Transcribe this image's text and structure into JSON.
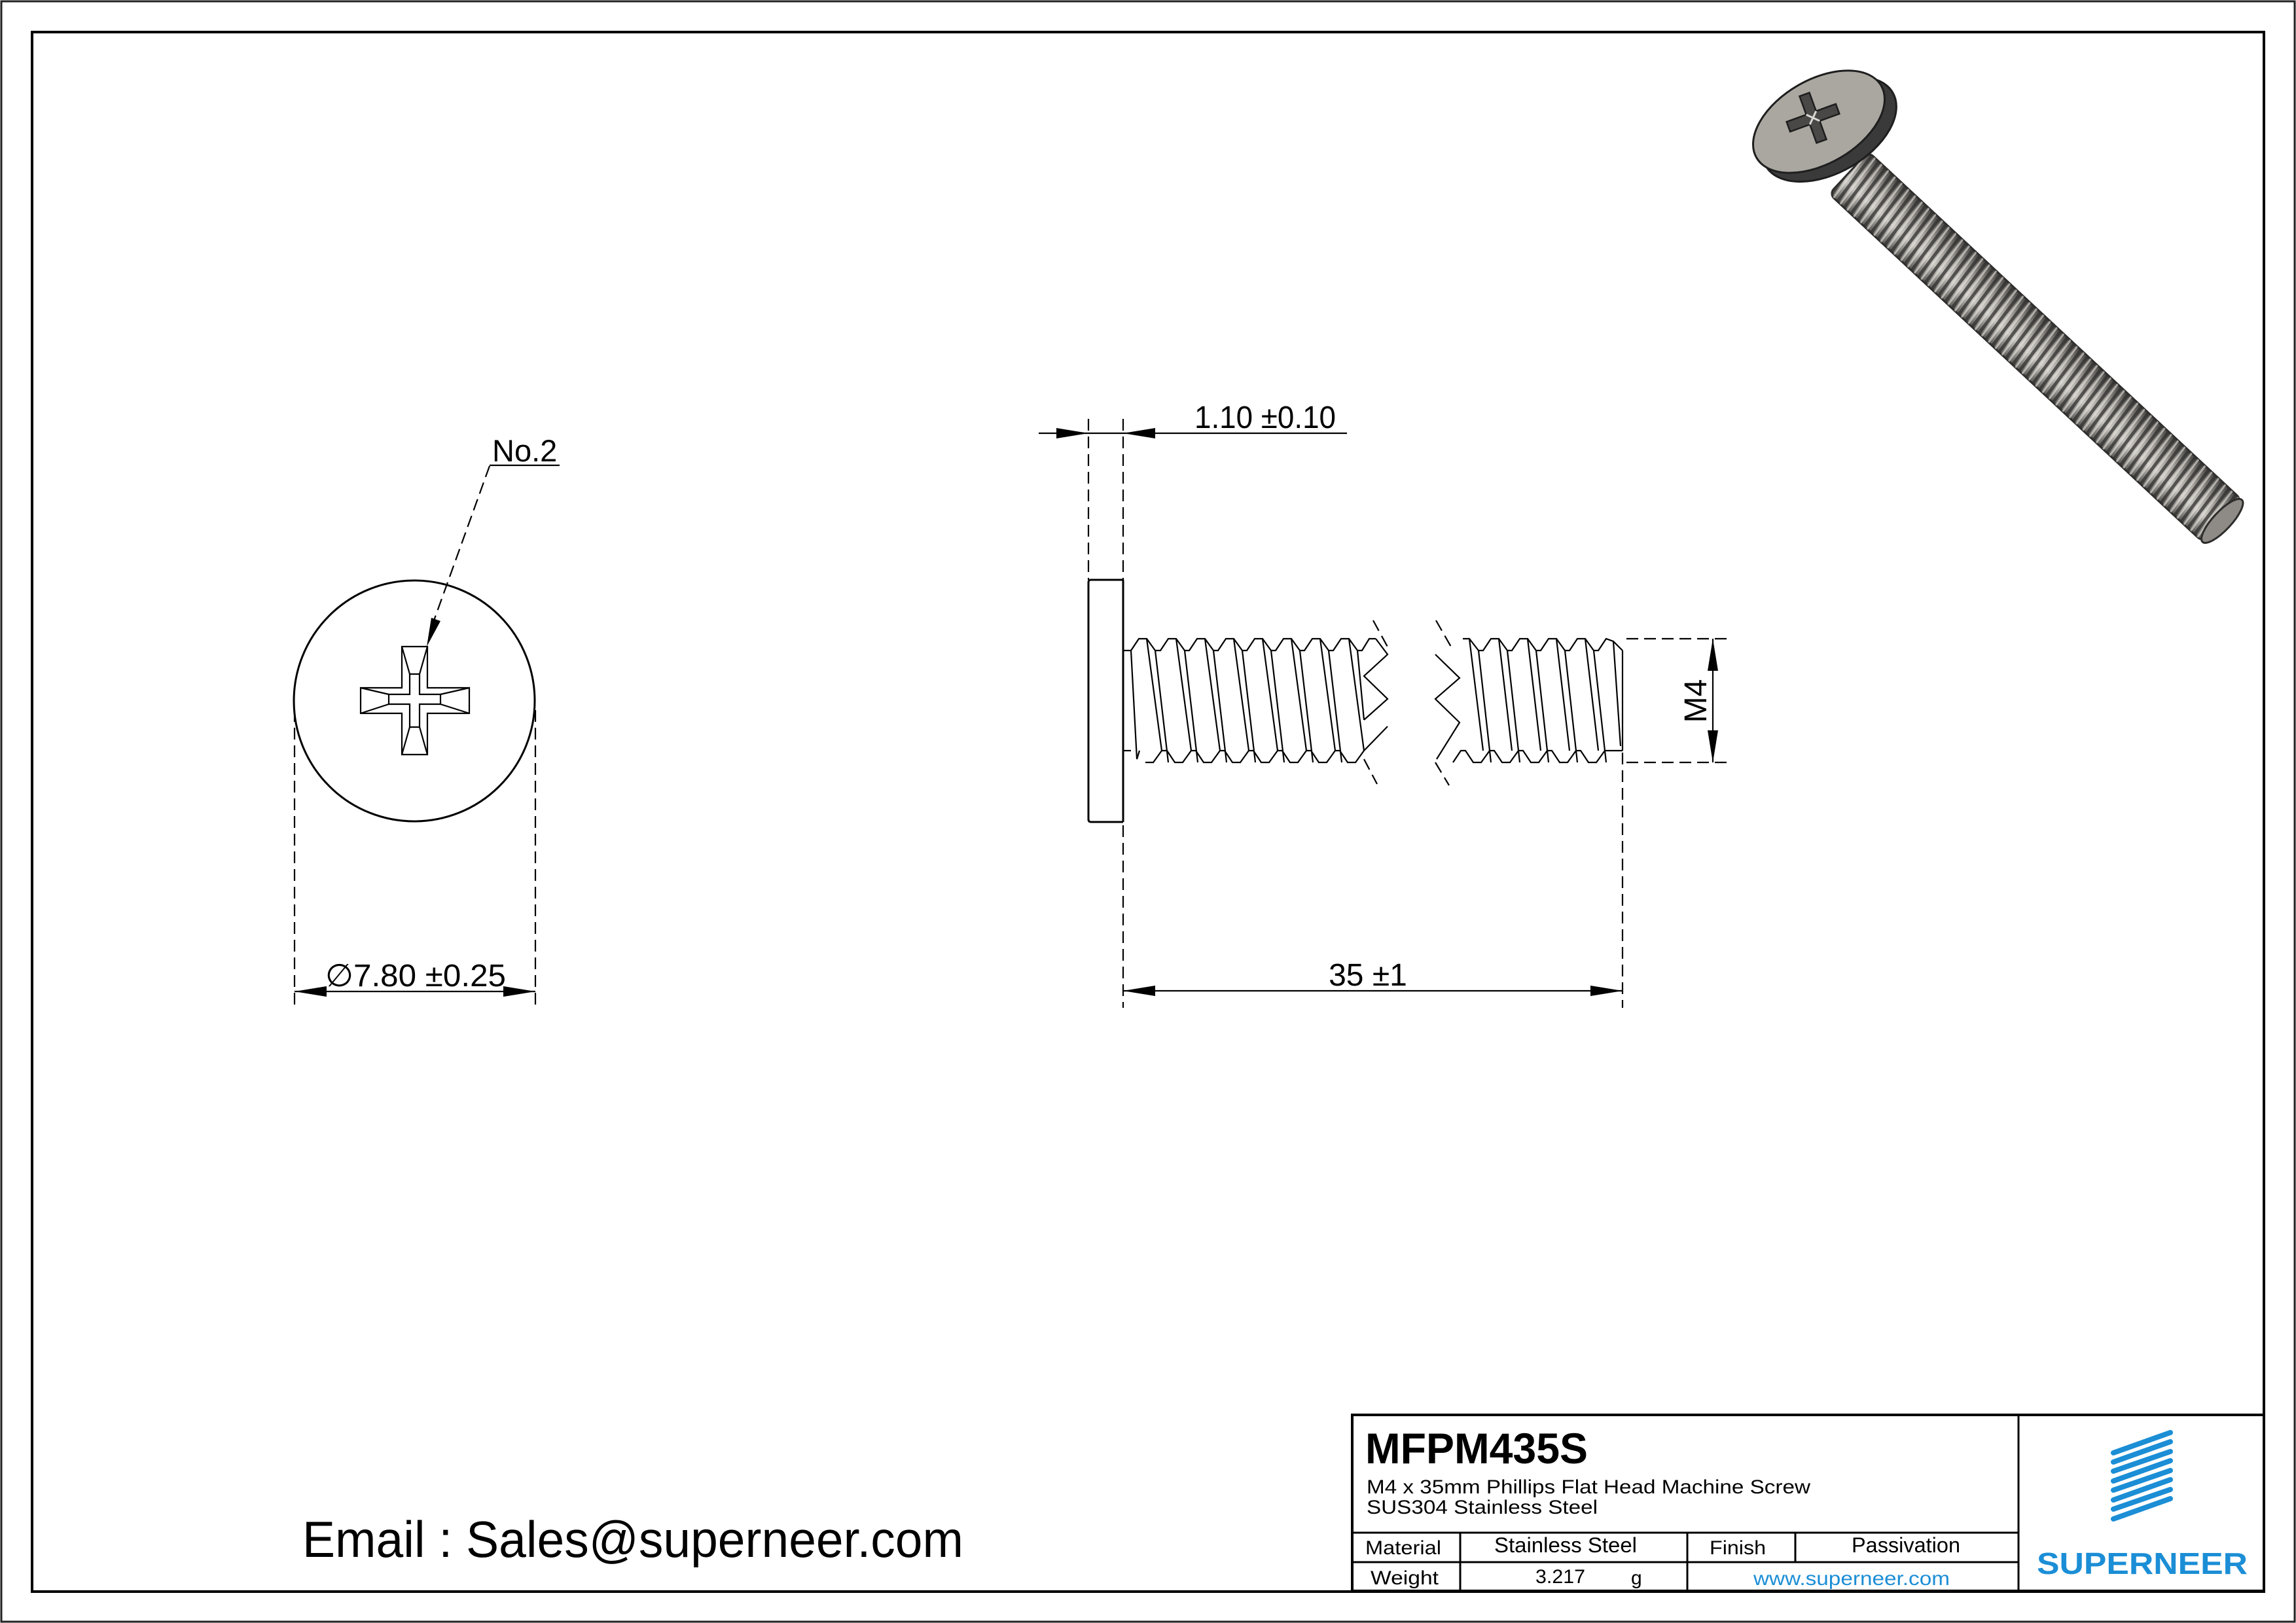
{
  "drawing": {
    "recess_callout": "No.2",
    "head_diameter_dim": "∅7.80 ±0.25",
    "head_diameter_symbol": "∅",
    "head_diameter_value": "7.80 ±0.25",
    "head_thickness_dim": "1.10 ±0.10",
    "length_dim": "35 ±1",
    "thread_dim": "M4",
    "views": [
      "top-view-phillips-head",
      "side-view-broken",
      "isometric-render"
    ]
  },
  "contact": {
    "email_line": "Email : Sales@superneer.com"
  },
  "title_block": {
    "part_number": "MFPM435S",
    "description_line1": "M4 x 35mm Phillips Flat Head Machine Screw",
    "description_line2": "SUS304 Stainless Steel",
    "rows": [
      {
        "label1": "Material",
        "value1": "Stainless Steel",
        "label2": "Finish",
        "value2": "Passivation"
      },
      {
        "label1": "Weight",
        "value1": "3.217",
        "unit1": "g",
        "value2": "www.superneer.com"
      }
    ],
    "logo": {
      "wordmark": "SUPERNEER",
      "icon": "striped-parallelogram-logo-icon",
      "color": "#1b8ed6"
    }
  },
  "colors": {
    "line": "#000000",
    "brand_blue": "#1b8ed6",
    "render_metal": "#a9a6a1",
    "render_edge": "#3a3a3a"
  }
}
